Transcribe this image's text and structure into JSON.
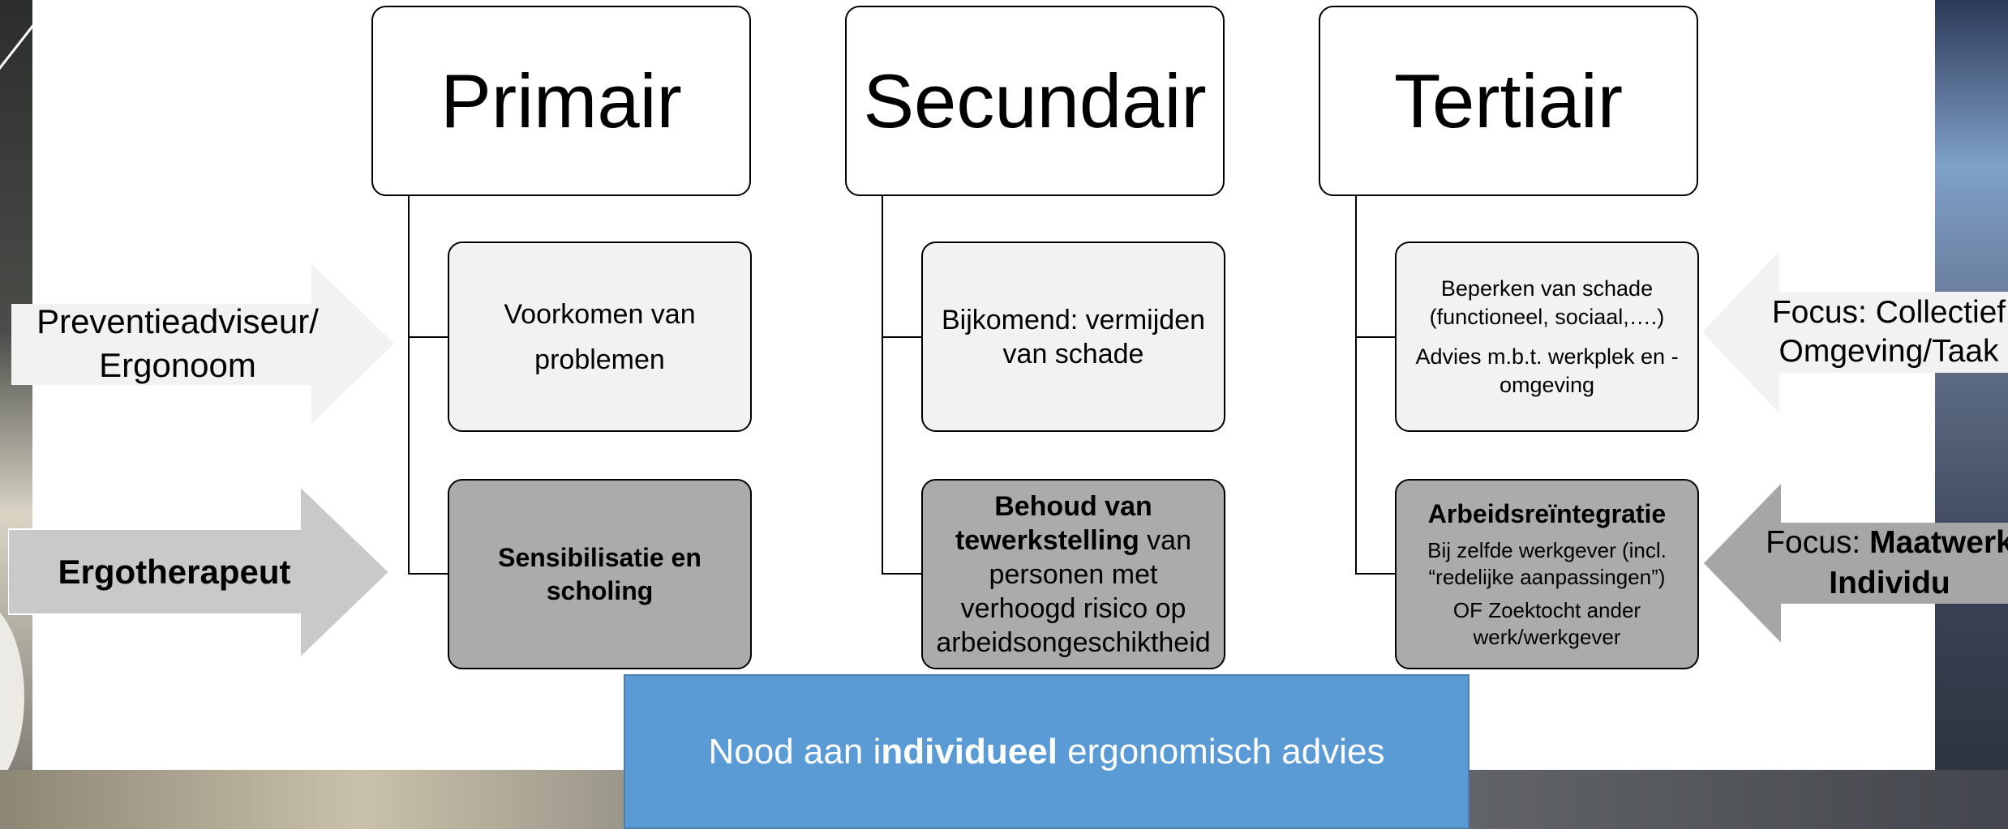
{
  "columns": [
    {
      "heading": "Primair",
      "box1": {
        "line1": "Voorkomen van",
        "line2": "problemen"
      },
      "box2": {
        "bold": "Sensibilisatie en scholing"
      }
    },
    {
      "heading": "Secundair",
      "box1": {
        "text": "Bijkomend: vermijden van schade"
      },
      "box2": {
        "bold": "Behoud van tewerkstelling",
        "rest": " van personen met verhoogd risico op arbeidsongeschiktheid"
      }
    },
    {
      "heading": "Tertiair",
      "box1": {
        "line1": "Beperken van schade (functioneel, sociaal,….)",
        "line2": "Advies m.b.t. werkplek en -omgeving"
      },
      "box2": {
        "title": "Arbeidsreïntegratie",
        "line1": "Bij zelfde werkgever (incl. “redelijke aanpassingen”)",
        "line2": "OF Zoektocht ander werk/werkgever"
      }
    }
  ],
  "left_arrows": [
    {
      "text": "Preventieadviseur/ Ergonoom",
      "color": "#f2f2f2"
    },
    {
      "text": "Ergotherapeut",
      "color": "#c9c9c9"
    }
  ],
  "right_arrows": [
    {
      "line1": "Focus: Collectief",
      "line2": "Omgeving/Taak",
      "color": "#f2f2f2"
    },
    {
      "prefix": "Focus: ",
      "bold1": "Maatwerk",
      "bold2": "Individu",
      "color": "#a6a6a6"
    }
  ],
  "banner": {
    "before": "Nood aan i",
    "bold": "ndividueel",
    "after": " ergonomisch advies",
    "color": "#5b9bd5"
  }
}
